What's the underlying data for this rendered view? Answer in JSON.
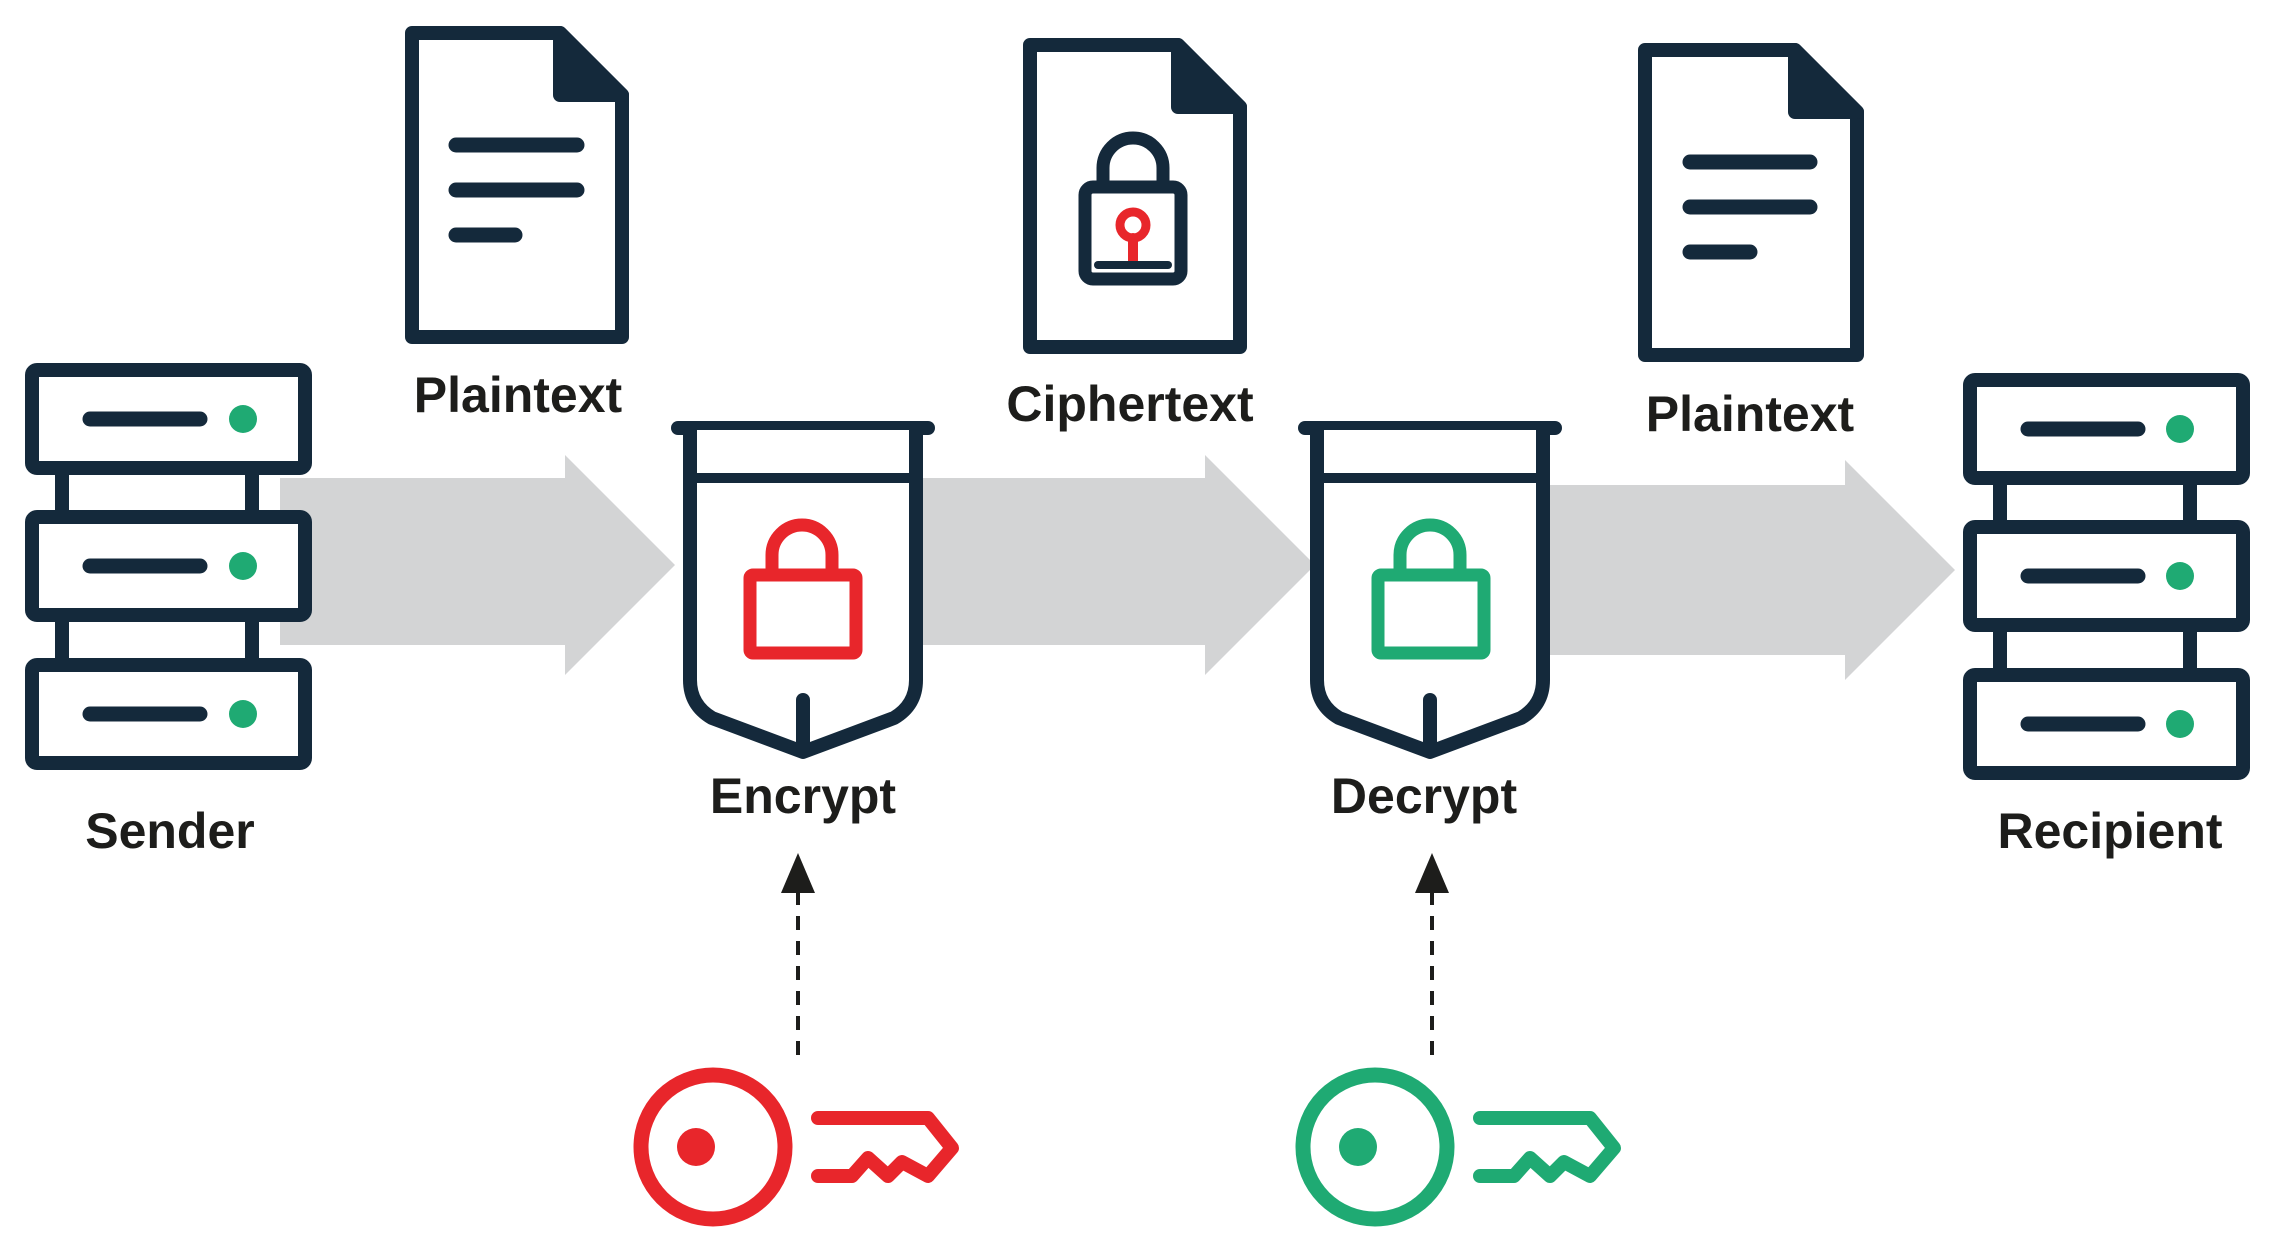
{
  "labels": {
    "sender": "Sender",
    "recipient": "Recipient",
    "plaintext_in": "Plaintext",
    "ciphertext": "Ciphertext",
    "plaintext_out": "Plaintext",
    "encrypt": "Encrypt",
    "decrypt": "Decrypt"
  },
  "colors": {
    "navy": "#14293b",
    "red": "#e8262b",
    "green": "#1faa73",
    "arrow_gray": "#d3d4d5",
    "text": "#1d1d1b"
  },
  "icons": {
    "sender": "server-icon",
    "recipient": "server-icon",
    "plaintext_in": "document-icon",
    "ciphertext": "locked-document-icon",
    "plaintext_out": "document-icon",
    "encrypt": "shield-lock-icon",
    "decrypt": "shield-lock-icon",
    "encrypt_key": "key-icon",
    "decrypt_key": "key-icon"
  }
}
